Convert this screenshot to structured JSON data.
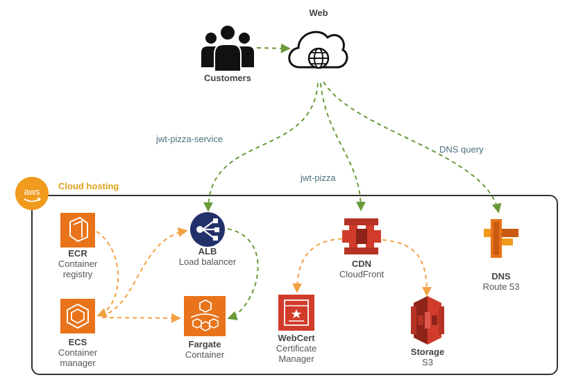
{
  "colors": {
    "arrow_green": "#6a9a3a",
    "arrow_orange": "#f2a042",
    "aws_orange": "#f09a1e",
    "compute_orange": "#e8731a",
    "storage_red": "#d13c2a",
    "alb_navy": "#23316b",
    "cloud_title": "#e0a11b"
  },
  "web": {
    "label": "Web",
    "icon": "cloud-globe-icon"
  },
  "customers": {
    "label": "Customers",
    "icon": "people-group-icon"
  },
  "edges": {
    "service": "jwt-pizza-service",
    "pizza": "jwt-pizza",
    "dns_query": "DNS query"
  },
  "cloud": {
    "badge": "aws",
    "title": "Cloud hosting"
  },
  "nodes": {
    "ecr": {
      "name": "ECR",
      "desc_line1": "Container",
      "desc_line2": "registry",
      "icon": "ecr-icon"
    },
    "ecs": {
      "name": "ECS",
      "desc_line1": "Container",
      "desc_line2": "manager",
      "icon": "ecs-icon"
    },
    "alb": {
      "name": "ALB",
      "desc": "Load balancer",
      "icon": "load-balancer-icon"
    },
    "fargate": {
      "name": "Fargate",
      "desc": "Container",
      "icon": "fargate-icon"
    },
    "cdn": {
      "name": "CDN",
      "desc": "CloudFront",
      "icon": "cloudfront-icon"
    },
    "webcert": {
      "name": "WebCert",
      "desc_line1": "Certificate",
      "desc_line2": "Manager",
      "icon": "certificate-manager-icon"
    },
    "storage": {
      "name": "Storage",
      "desc": "S3",
      "icon": "s3-bucket-icon"
    },
    "dns": {
      "name": "DNS",
      "desc": "Route 53",
      "icon": "route53-icon"
    }
  }
}
